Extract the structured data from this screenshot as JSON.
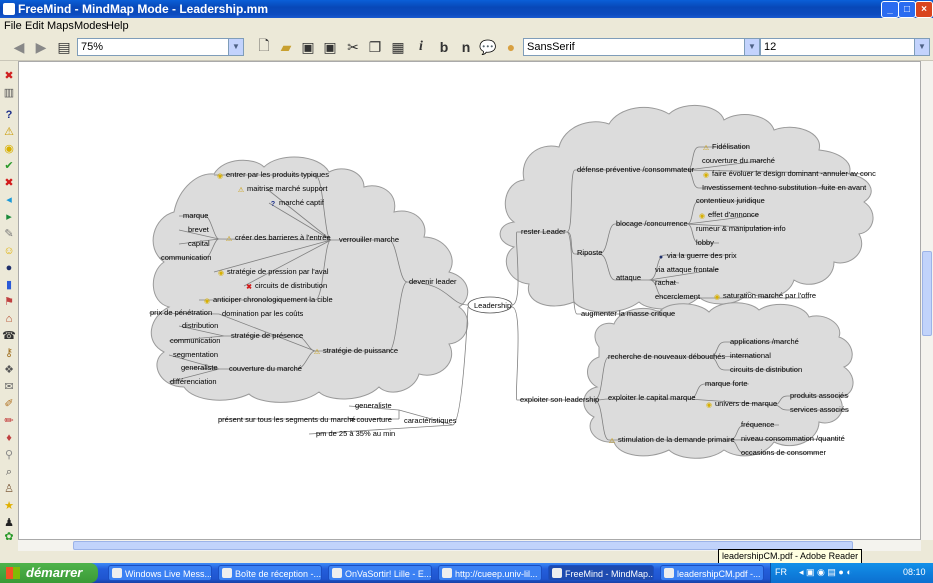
{
  "window": {
    "title": "FreeMind - MindMap Mode - Leadership.mm",
    "min": "_",
    "max": "□",
    "close": "×"
  },
  "menu": [
    "File",
    "Edit",
    "Maps",
    "Modes",
    "Help"
  ],
  "toolbar": {
    "zoom": "75%",
    "font": "SansSerif",
    "size": "12",
    "italic": "i",
    "bold": "b",
    "normal": "n"
  },
  "map": {
    "root": "Leadership",
    "left": {
      "devenir": "devenir leader",
      "verrouiller": "verrouiller marche",
      "v_items": [
        "entrer par les produits typiques",
        "maitrise marché support",
        "marché captif",
        "créer des barrieres à l'entrée",
        "stratégie de pression par l'aval",
        "circuits de distribution",
        "anticiper chronologiquement la cible"
      ],
      "barrieres": [
        "marque",
        "brevet",
        "capital",
        "communication"
      ],
      "puissance": "stratégie de puissance",
      "p_items": [
        "domination par les coûts",
        "stratégie de présence",
        "couverture du marché"
      ],
      "penetration": "prix de pénétration",
      "presence": [
        "distribution",
        "communication"
      ],
      "couverture": [
        "segmentation",
        "generaliste",
        "différenciation"
      ],
      "carac": "caractéristiques",
      "carac_items": [
        "generaliste",
        "présent sur tous les segments du marché",
        "= couverture",
        "pm de 25 à 35% au min"
      ]
    },
    "right": {
      "rester": "rester Leader",
      "defense": "défense préventive /consommateur",
      "defense_items": [
        "Fidélisation",
        "couverture du marché",
        "faire évoluer le design dominant -annuler av conc",
        "Investissement techno substitution -fuite en avant"
      ],
      "riposte": "Riposte",
      "blocage": "blocage /concurrence",
      "blocage_items": [
        "contentieux juridique",
        "effet d'annonce",
        "rumeur & manipulation info",
        "lobby"
      ],
      "attaque": "attaque",
      "attaque_items": [
        "via la guerre des prix",
        "via attaque frontale",
        "rachat",
        "encerclement",
        "saturation marché par l'offre"
      ],
      "masse": "augmenter la masse critique",
      "exploiter": "exploiter son leadership",
      "debouches": "recherche de nouveaux débouchés",
      "debouches_items": [
        "applications /marché",
        "international",
        "circuits de distribution"
      ],
      "capital": "exploiter le capital marque",
      "capital_items": [
        "marque forte",
        "univers de marque",
        "produits associés",
        "services associés"
      ],
      "stimulation": "stimulation de la demande primaire",
      "stim_items": [
        "fréquence",
        "niveau consommation /quantité",
        "occasions de consommer"
      ]
    }
  },
  "tooltip": "leadershipCM.pdf - Adobe Reader",
  "taskbar": {
    "start": "démarrer",
    "tasks": [
      "Windows Live Mess...",
      "Boîte de réception -...",
      "OnVaSortir! Lille - E...",
      "http://cueep.univ-lil...",
      "FreeMind - MindMap...",
      "leadershipCM.pdf -..."
    ],
    "lang": "FR",
    "clock": "08:10"
  }
}
